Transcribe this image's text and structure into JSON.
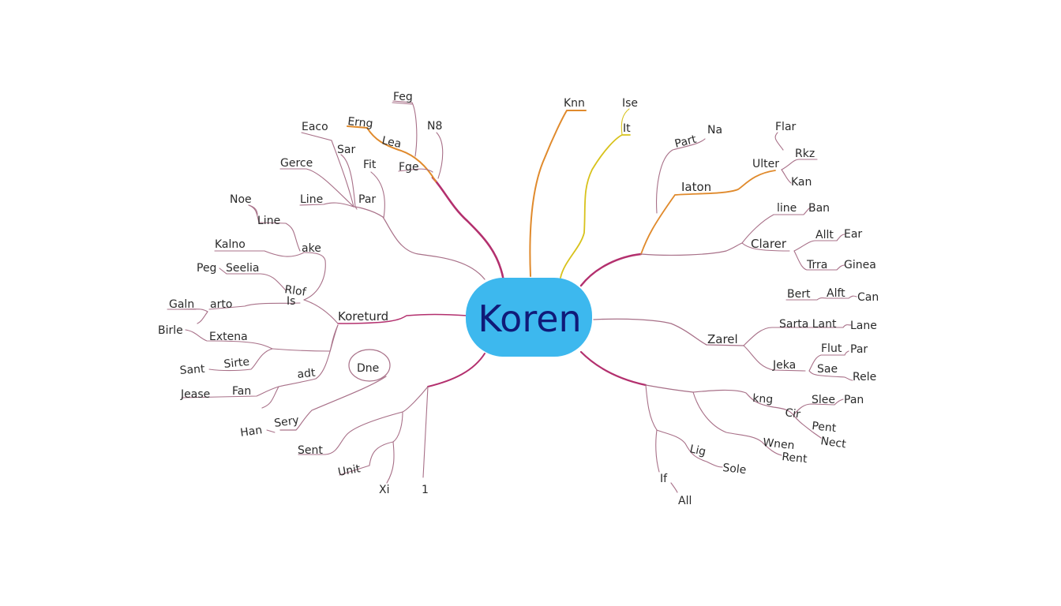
{
  "diagram": {
    "type": "mind-map",
    "colors": {
      "background": "#ffffff",
      "center_fill": "#3db8ee",
      "center_text": "#101a78",
      "branch_main": "#b3306e",
      "branch_thin": "#a87088",
      "branch_orange": "#e08a2c",
      "branch_yellow": "#d8c21c",
      "label_text": "#2a2a2a"
    },
    "center": {
      "label": "Koren"
    },
    "labels": {
      "feg": "Feg",
      "erng": "Erng",
      "lea": "Lea",
      "n8": "N8",
      "eaco": "Eaco",
      "sar": "Sar",
      "gerce": "Gerce",
      "fit": "Fit",
      "fge": "Fge",
      "line_top": "Line",
      "par_top": "Par",
      "noe": "Noe",
      "line_left": "Line",
      "kalno": "Kalno",
      "ake": "ake",
      "peg": "Peg",
      "seelia": "Seelia",
      "rlof": "Rlof",
      "is": "Is",
      "galn": "Galn",
      "arto": "arto",
      "koreturd": "Koreturd",
      "birle": "Birle",
      "extena": "Extena",
      "sant": "Sant",
      "sirte": "Sirte",
      "adt": "adt",
      "dne": "Dne",
      "jease": "Jease",
      "fan": "Fan",
      "han": "Han",
      "sery": "Sery",
      "sent": "Sent",
      "unit": "Unit",
      "xi": "Xi",
      "one": "1",
      "knn": "Knn",
      "ise": "Ise",
      "it": "It",
      "part": "Part",
      "na": "Na",
      "iaton": "Iaton",
      "flar": "Flar",
      "ulter": "Ulter",
      "rkz": "Rkz",
      "kan": "Kan",
      "line_right": "line",
      "ban": "Ban",
      "clarer": "Clarer",
      "allt": "Allt",
      "ear": "Ear",
      "trra": "Trra",
      "ginea": "Ginea",
      "bert": "Bert",
      "alft": "Alft",
      "can": "Can",
      "zarel": "Zarel",
      "sarta_lant": "Sarta Lant",
      "lane": "Lane",
      "flut": "Flut",
      "par_right": "Par",
      "jeka": "Jeka",
      "sae": "Sae",
      "rele": "Rele",
      "kng": "kng",
      "slee": "Slee",
      "pan": "Pan",
      "cir": "Cir",
      "pent": "Pent",
      "nect": "Nect",
      "wnen": "Wnen",
      "rent": "Rent",
      "lig": "Lig",
      "sole": "Sole",
      "if": "If",
      "all": "All"
    }
  }
}
